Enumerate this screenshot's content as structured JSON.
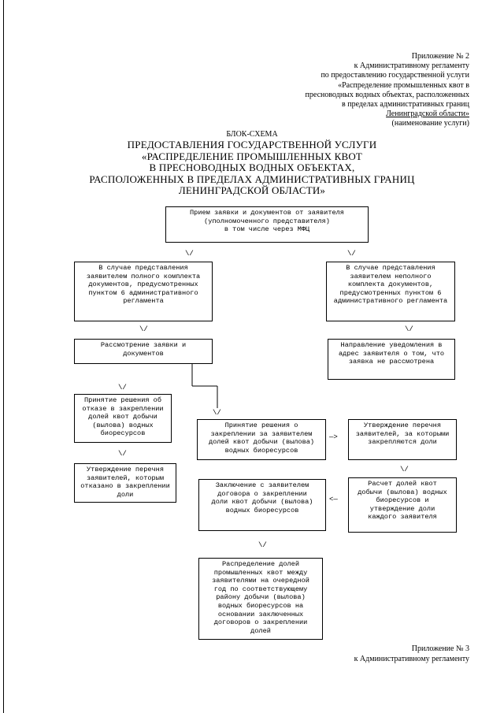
{
  "header": {
    "line1": "Приложение № 2",
    "line2": "к Административному регламенту",
    "line3": "по предоставлению государственной услуги",
    "line4": "«Распределение промышленных квот в",
    "line5": "пресноводных водных объектах, расположенных",
    "line6": "в пределах административных границ",
    "line7": "Ленинградской области»",
    "line8": "(наименование услуги)"
  },
  "title": {
    "label": "БЛОК-СХЕМА",
    "line1": "ПРЕДОСТАВЛЕНИЯ ГОСУДАРСТВЕННОЙ УСЛУГИ",
    "line2": "«РАСПРЕДЕЛЕНИЕ ПРОМЫШЛЕННЫХ КВОТ",
    "line3": "В ПРЕСНОВОДНЫХ ВОДНЫХ ОБЪЕКТАХ,",
    "line4": "РАСПОЛОЖЕННЫХ В ПРЕДЕЛАХ АДМИНИСТРАТИВНЫХ ГРАНИЦ",
    "line5": "ЛЕНИНГРАДСКОЙ ОБЛАСТИ»"
  },
  "flowchart": {
    "arrow_glyph": "\\/",
    "arrow_right_glyph": "—>",
    "arrow_left_glyph": "<—",
    "nodes": {
      "reception": "Прием заявки и документов от заявителя\n(уполномоченного представителя)\nв том числе через МФЦ",
      "full_set": "В случае представления\nзаявителем полного комплекта\nдокументов, предусмотренных\nпунктом 6 административного\nрегламента",
      "incomplete_set": "В случае представления\nзаявителем неполного\nкомплекта документов,\nпредусмотренных пунктом 6\nадминистративного регламента",
      "review": "Рассмотрение заявки и\nдокументов",
      "notify": "Направление уведомления в\nадрес заявителя о том, что\nзаявка не рассмотрена",
      "refusal_decision": "Принятие решения об\nотказе в закреплении\nдолей квот добычи\n(вылова) водных\nбиоресурсов",
      "refused_list": "Утверждение перечня\nзаявителей, которым\nотказано в закреплении\nдоли",
      "assign_decision": "Принятие решения о\nзакреплении за заявителем\nдолей квот добычи (вылова)\nводных биоресурсов",
      "approve_list": "Утверждение перечня\nзаявителей, за которыми\nзакрепляются доли",
      "calc_shares": "Расчет долей квот\nдобычи (вылова) водных\nбиоресурсов и\nутверждение доли\nкаждого заявителя",
      "contract": "Заключение с заявителем\nдоговора о закреплении\nдоли квот добычи (вылова)\nводных биоресурсов",
      "distribution": "Распределение долей\nпромышленных квот между\nзаявителями на очередной\nгод по соответствующему\nрайону добычи (вылова)\nводных биоресурсов на\nосновании заключенных\nдоговоров о закреплении\nдолей"
    }
  },
  "footer": {
    "line1": "Приложение № 3",
    "line2": "к Административному регламенту"
  }
}
